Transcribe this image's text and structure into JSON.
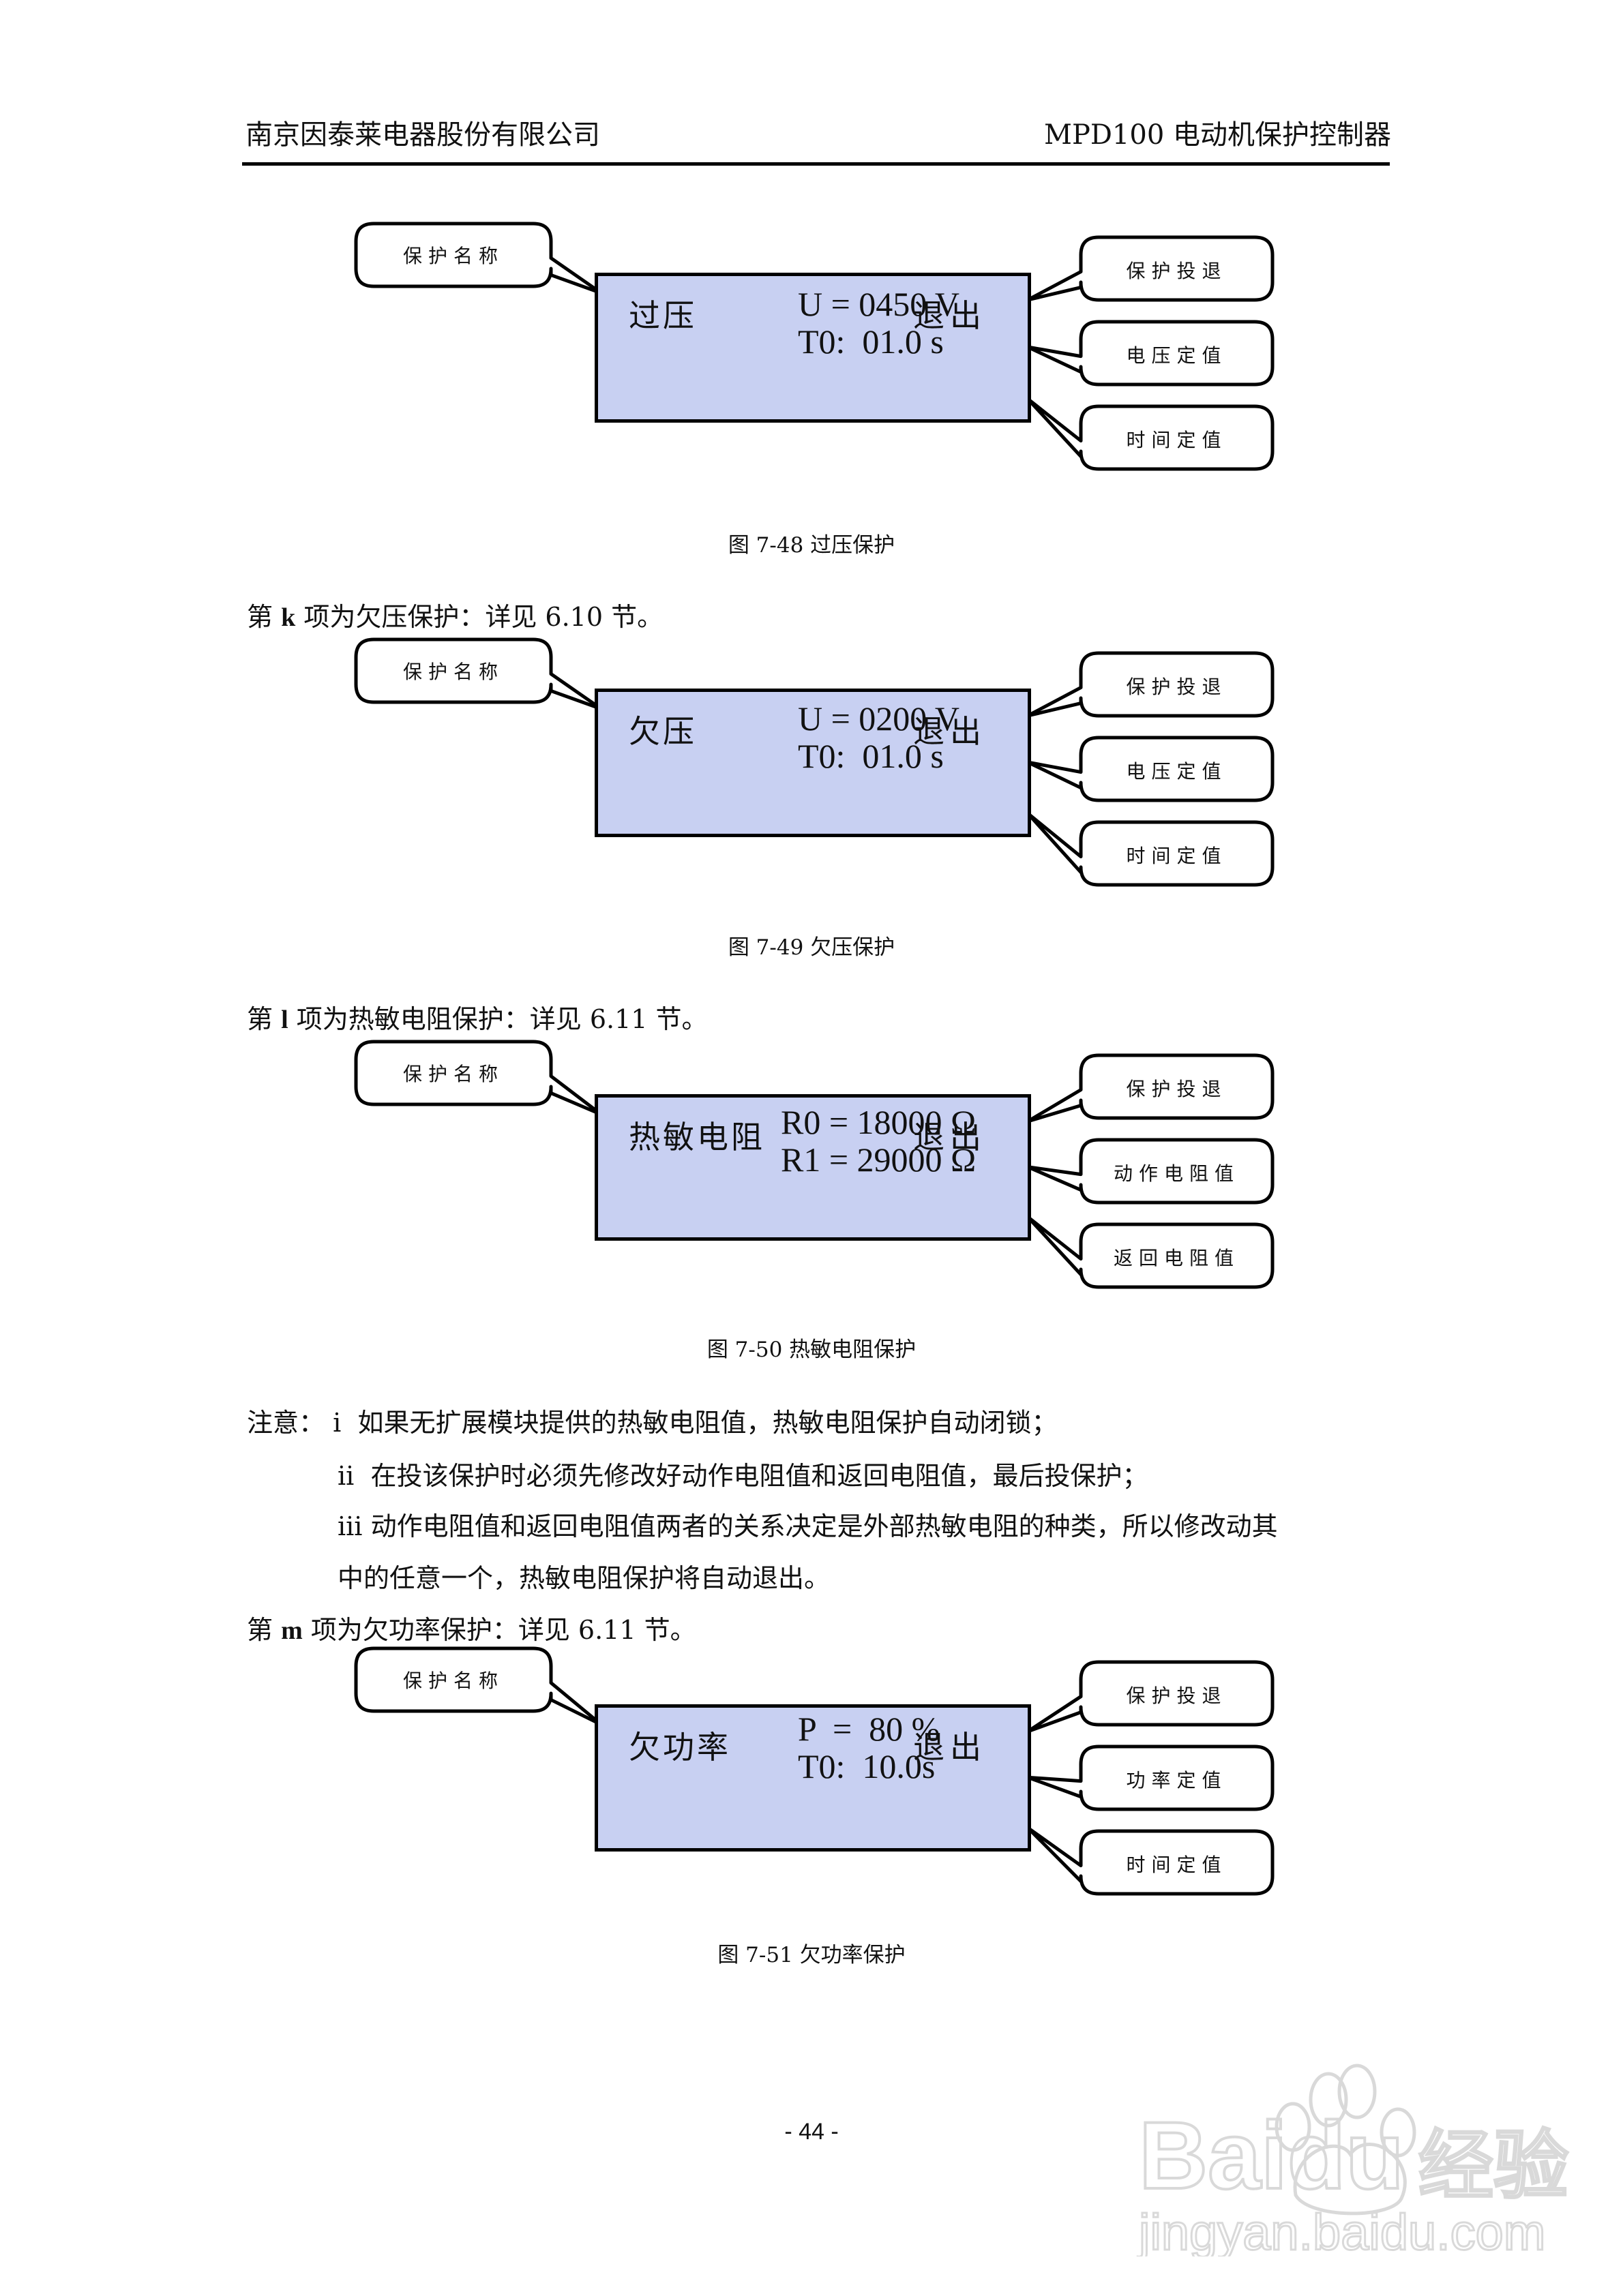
{
  "header": {
    "company": "南京因泰莱电器股份有限公司",
    "product": "MPD100 电动机保护控制器"
  },
  "figures": [
    {
      "lcd": {
        "name": "过压",
        "state": "退出",
        "line1": "U = 0450 V",
        "line2": "T0:  01.0 s"
      },
      "callouts": {
        "left": "保护名称",
        "right": [
          "保护投退",
          "电压定值",
          "时间定值"
        ]
      },
      "caption": "图 7-48 过压保护"
    },
    {
      "lcd": {
        "name": "欠压",
        "state": "退出",
        "line1": "U = 0200 V",
        "line2": "T0:  01.0 s"
      },
      "callouts": {
        "left": "保护名称",
        "right": [
          "保护投退",
          "电压定值",
          "时间定值"
        ]
      },
      "caption": "图 7-49 欠压保护"
    },
    {
      "lcd": {
        "name": "热敏电阻",
        "state": "退出",
        "line1": "R0 = 18000 Ω",
        "line2": "R1 = 29000 Ω"
      },
      "callouts": {
        "left": "保护名称",
        "right": [
          "保护投退",
          "动作电阻值",
          "返回电阻值"
        ]
      },
      "caption": "图 7-50 热敏电阻保护"
    },
    {
      "lcd": {
        "name": "欠功率",
        "state": "退出",
        "line1": "P  =  80 %",
        "line2": "T0:  10.0s"
      },
      "callouts": {
        "left": "保护名称",
        "right": [
          "保护投退",
          "功率定值",
          "时间定值"
        ]
      },
      "caption": "图 7-51 欠功率保护"
    }
  ],
  "paragraphs": {
    "k": {
      "pre": "第 ",
      "letter": "k",
      "post": " 项为欠压保护：详见 6.10 节。"
    },
    "l": {
      "pre": "第 ",
      "letter": "l",
      "post": " 项为热敏电阻保护：详见 6.11 节。"
    },
    "m": {
      "pre": "第 ",
      "letter": "m",
      "post": " 项为欠功率保护：详见 6.11 节。"
    }
  },
  "notes": {
    "label": "注意：",
    "items": [
      {
        "marker": "i",
        "text": "如果无扩展模块提供的热敏电阻值，热敏电阻保护自动闭锁；"
      },
      {
        "marker": "ii",
        "text": "在投该保护时必须先修改好动作电阻值和返回电阻值，最后投保护；"
      },
      {
        "marker": "iii",
        "text": "动作电阻值和返回电阻值两者的关系决定是外部热敏电阻的种类，所以修改动其"
      }
    ],
    "continuation": "中的任意一个，热敏电阻保护将自动退出。"
  },
  "page_number": "- 44 -",
  "watermark": {
    "brand": "Baidu",
    "brand_suffix": "经验",
    "site": "jingyan.baidu.com"
  }
}
